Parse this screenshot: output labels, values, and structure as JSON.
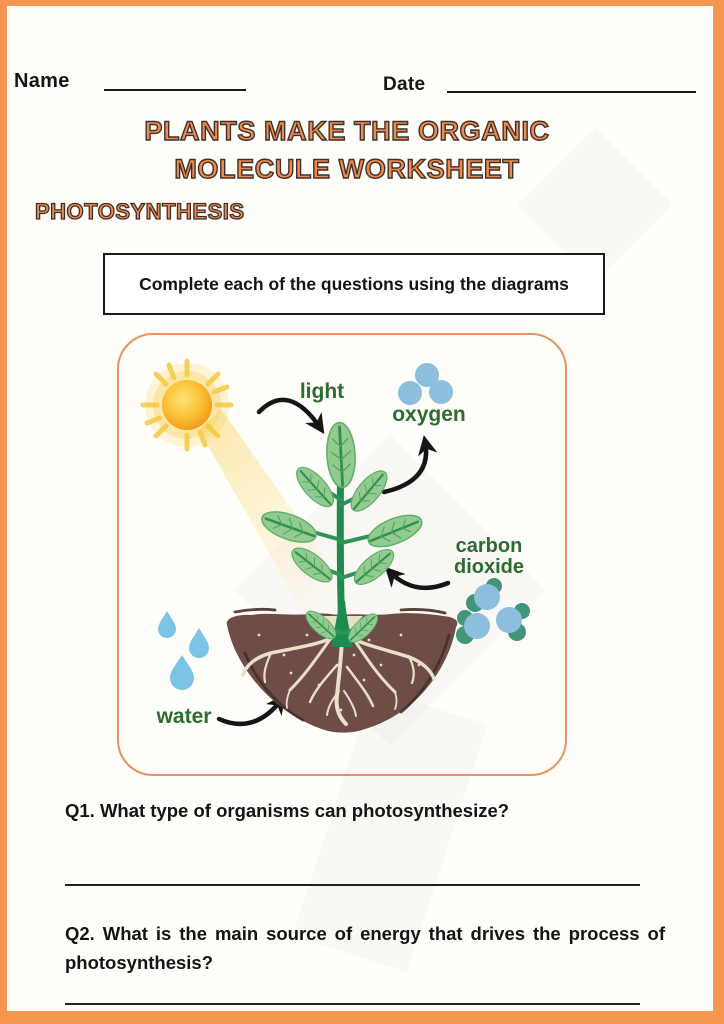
{
  "document": {
    "header": {
      "name_label": "Name",
      "date_label": "Date"
    },
    "title": {
      "line1": "PLANTS MAKE THE ORGANIC",
      "line2": "MOLECULE WORKSHEET",
      "subtitle": "PHOTOSYNTHESIS"
    },
    "instruction": "Complete each of the questions using the diagrams",
    "questions": {
      "q1": "Q1. What type of organisms can photosynthesize?",
      "q2": "Q2. What is the main source of energy that drives the process of photosynthesis?"
    }
  },
  "diagram": {
    "labels": {
      "light": "light",
      "oxygen": "oxygen",
      "carbon": "carbon",
      "dioxide": "dioxide",
      "water": "water"
    }
  },
  "colors": {
    "frame_orange": "#F5954F",
    "title_orange": "#EE8C50",
    "title_outline": "#40302A",
    "diagram_border": "#E8935C",
    "label_green": "#2B6C2F",
    "molecule_blue": "#8CBEDD",
    "molecule_teal": "#43957A",
    "water_blue": "#7CC4E5",
    "soil_brown": "#6E4C47",
    "root_cream": "#EADFC9",
    "leaf_green": "#93CB8F",
    "stem_green": "#1F8A4E",
    "sun_yellow": "#F9B62B",
    "arrow_black": "#151515"
  }
}
